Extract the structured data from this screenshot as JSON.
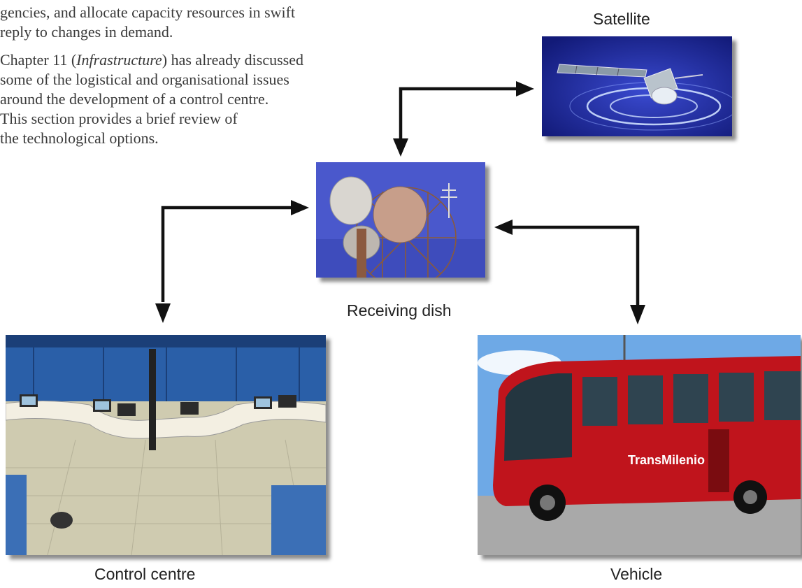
{
  "body_text": {
    "p1_line1": "gencies, and allocate capacity resources in swift",
    "p1_line2": "reply to changes in demand.",
    "p2_line1_before": "Chapter 11 (",
    "p2_line1_italic": "Infrastructure",
    "p2_line1_after": ") has already discussed",
    "p2_line2": "some of the logistical and organisational issues",
    "p2_line3": "around the development of a control centre.",
    "p2_line4": "This section provides a brief review of",
    "p2_line5": "the technological options."
  },
  "nodes": {
    "satellite": "Satellite",
    "receiving_dish": "Receiving dish",
    "control_centre": "Control centre",
    "vehicle": "Vehicle"
  },
  "bus_signage": "TransMilenio",
  "colors": {
    "text": "#3a3a3a",
    "arrow": "#111111",
    "satellite_bg": "#1e2a9a",
    "dish_bg": "#3f4fc8",
    "bus_red": "#c0141c"
  }
}
